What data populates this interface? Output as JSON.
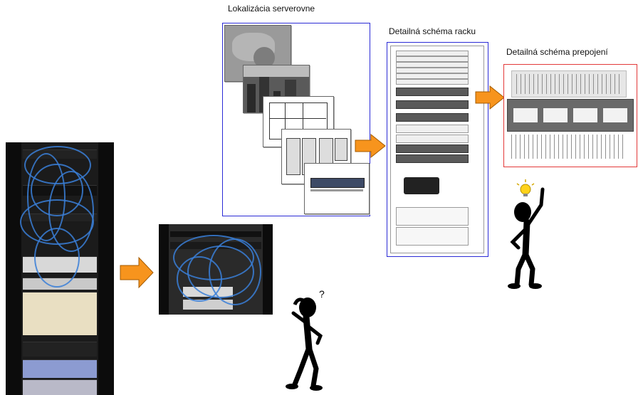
{
  "labels": {
    "server_room_location": "Lokalizácia serverovne",
    "rack_schema": "Detailná schéma racku",
    "patch_schema": "Detailná schéma prepojení"
  },
  "colors": {
    "arrow_fill": "#f7941d",
    "frame_blue": "#2b2bd6",
    "frame_red": "#e33a3a",
    "cable_blue": "#3a7fd8",
    "bulb_yellow": "#ffd21a"
  },
  "icons": {
    "confused_figure": "stick-figure-question-icon",
    "idea_figure": "stick-figure-lightbulb-icon"
  }
}
